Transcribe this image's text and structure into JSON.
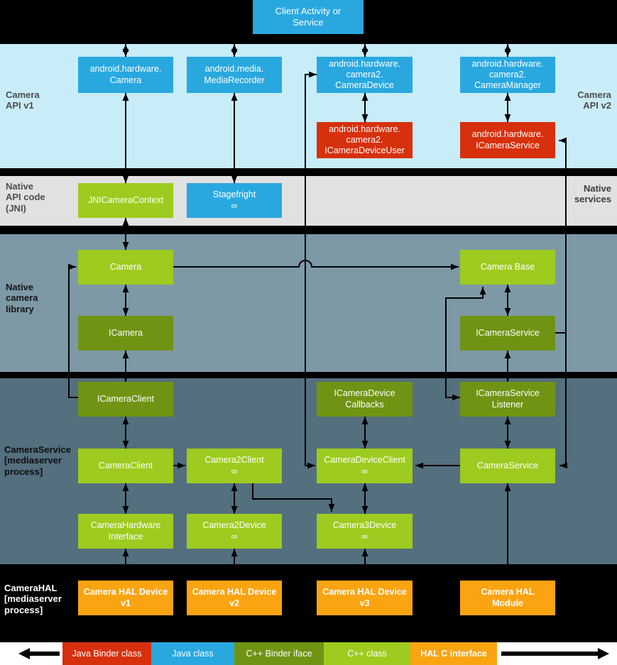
{
  "palette": {
    "blue": "#29a8e0",
    "red": "#d6300d",
    "light_green": "#9dcb1f",
    "dark_green": "#6f9413",
    "orange": "#fba412",
    "band_api": "#c8edf8",
    "band_jni": "#e1e1e1",
    "band_native_lib": "#7e99a6",
    "band_service": "#546f7e",
    "black": "#000000",
    "legend_bg": "#ffffff"
  },
  "client": {
    "label": "Client Activity or\nService"
  },
  "nodes": {
    "hw_camera": {
      "label": "android.hardware.\nCamera"
    },
    "media_recorder": {
      "label": "android.media.\nMediaRecorder"
    },
    "camera_device": {
      "label": "android.hardware.\ncamera2.\nCameraDevice"
    },
    "camera_manager": {
      "label": "android.hardware.\ncamera2.\nCameraManager"
    },
    "icamera_device_user": {
      "label": "android.hardware.\ncamera2.\nICameraDeviceUser"
    },
    "icamera_service_binder": {
      "label": "android.hardware.\nICameraService"
    },
    "jni_camera_context": {
      "label": "JNICameraContext"
    },
    "stagefright": {
      "label": "Stagefright\n∞"
    },
    "camera": {
      "label": "Camera"
    },
    "camera_base": {
      "label": "Camera Base"
    },
    "icamera": {
      "label": "ICamera"
    },
    "icamera_service": {
      "label": "ICameraService"
    },
    "icamera_client": {
      "label": "ICameraClient"
    },
    "icamera_device_callbacks": {
      "label": "ICameraDevice\nCallbacks"
    },
    "icamera_service_listener": {
      "label": "ICameraService\nListener"
    },
    "camera_client": {
      "label": "CameraClient"
    },
    "camera2_client": {
      "label": "Camera2Client\n∞"
    },
    "camera_device_client": {
      "label": "CameraDeviceClient\n∞"
    },
    "camera_service": {
      "label": "CameraService"
    },
    "camera_hardware_interface": {
      "label": "CameraHardware\nInterface"
    },
    "camera2_device": {
      "label": "Camera2Device\n∞"
    },
    "camera3_device": {
      "label": "Camera3Device\n∞"
    },
    "hal_device_v1": {
      "label": "Camera HAL Device\nv1"
    },
    "hal_device_v2": {
      "label": "Camera HAL Device\nv2"
    },
    "hal_device_v3": {
      "label": "Camera HAL Device\nv3"
    },
    "hal_module": {
      "label": "Camera HAL\nModule"
    }
  },
  "band_labels": {
    "api_v1": "Camera\nAPI v1",
    "api_v2": "Camera\nAPI v2",
    "jni": "Native\nAPI code\n(JNI)",
    "native_services": "Native\nservices",
    "native_lib": "Native\ncamera\nlibrary",
    "camera_service": "CameraService\n[mediaserver\nprocess]",
    "camera_hal": "CameraHAL\n[mediaserver\nprocess]"
  },
  "legend": {
    "items": [
      {
        "label": "Java Binder class",
        "color": "#d6300d"
      },
      {
        "label": "Java class",
        "color": "#29a8e0"
      },
      {
        "label": "C++ Binder iface",
        "color": "#6f9413"
      },
      {
        "label": "C++ class",
        "color": "#9dcb1f"
      },
      {
        "label": "HAL C interface",
        "color": "#fba412"
      }
    ]
  }
}
